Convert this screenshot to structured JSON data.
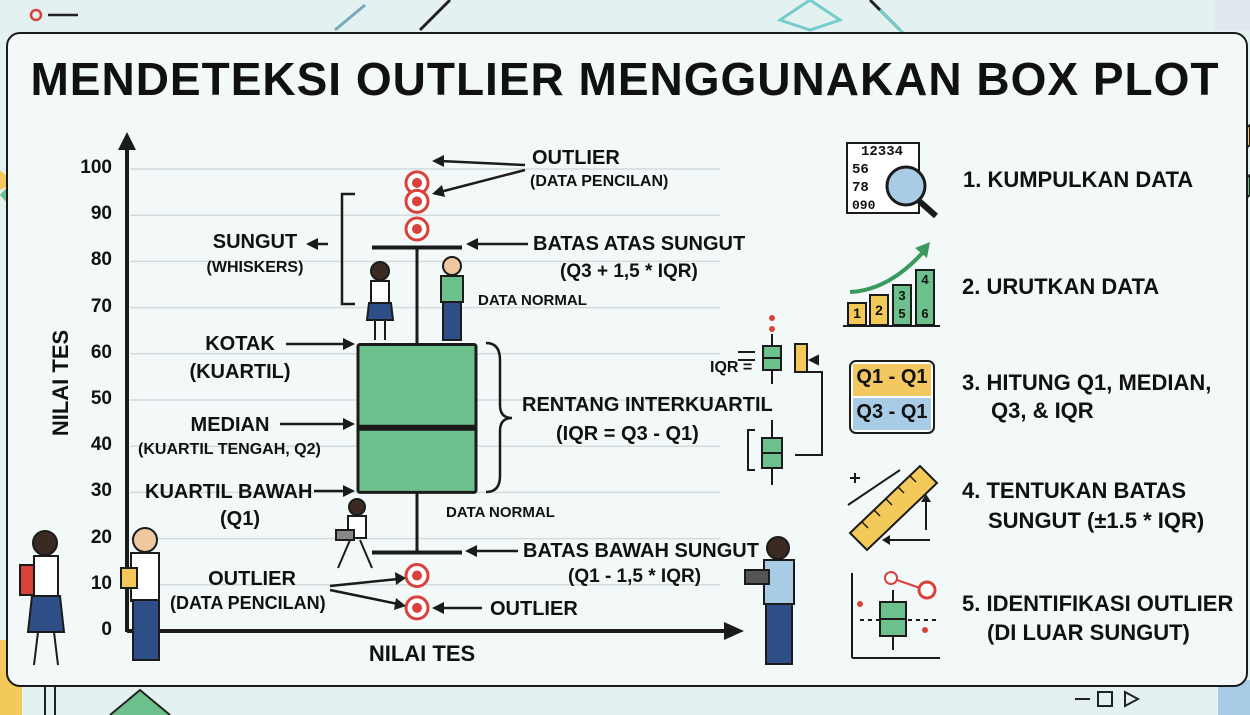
{
  "title": "MENDETEKSI OUTLIER MENGGUNAKAN BOX PLOT",
  "axis": {
    "ylabel": "NILAI TES",
    "xlabel": "NILAI TES",
    "yticks": [
      "100",
      "90",
      "80",
      "70",
      "60",
      "50",
      "40",
      "30",
      "20",
      "10",
      "0"
    ]
  },
  "chart_data": {
    "type": "boxplot",
    "ylim": [
      0,
      100
    ],
    "q1": 30,
    "median": 44,
    "q3": 62,
    "upper_whisker": 83,
    "lower_whisker": 17,
    "outliers_high": [
      97,
      93,
      87
    ],
    "outliers_low": [
      12,
      5
    ]
  },
  "labels": {
    "outlier_top": "OUTLIER",
    "outlier_top_sub": "(DATA PENCILAN)",
    "sungut": "SUNGUT",
    "sungut_sub": "(WHISKERS)",
    "batas_atas": "BATAS ATAS SUNGUT",
    "batas_atas_formula": "(Q3 + 1,5 * IQR)",
    "data_normal_top": "DATA NORMAL",
    "kotak": "KOTAK",
    "kotak_sub": "(KUARTIL)",
    "median": "MEDIAN",
    "median_sub": "(KUARTIL TENGAH, Q2)",
    "kuartil_bawah": "KUARTIL BAWAH",
    "kuartil_bawah_sub": "(Q1)",
    "rentang": "RENTANG INTERKUARTIL",
    "rentang_formula": "(IQR = Q3 - Q1)",
    "iqr_eq": "IQR =",
    "data_normal_bottom": "DATA NORMAL",
    "batas_bawah": "BATAS BAWAH SUNGUT",
    "batas_bawah_formula": "(Q1 - 1,5 * IQR)",
    "outlier_bottom": "OUTLIER",
    "outlier_bottom_sub": "(DATA PENCILAN)",
    "outlier_right": "OUTLIER"
  },
  "steps": [
    {
      "line1": "1. KUMPULKAN DATA",
      "line2": "",
      "icon": "data-magnifier-icon"
    },
    {
      "line1": "2. URUTKAN DATA",
      "line2": "",
      "icon": "sorted-bars-icon"
    },
    {
      "line1": "3. HITUNG Q1, MEDIAN,",
      "line2": "Q3, & IQR",
      "icon": "quartile-card-icon"
    },
    {
      "line1": "4. TENTUKAN BATAS",
      "line2": "SUNGUT (±1.5 * IQR)",
      "icon": "ruler-icon"
    },
    {
      "line1": "5. IDENTIFIKASI OUTLIER",
      "line2": "(DI LUAR SUNGUT)",
      "icon": "boxplot-outlier-icon"
    }
  ],
  "icon_texts": {
    "numbers_1": "12334",
    "numbers_2": "56",
    "numbers_3": "78",
    "numbers_4": "090",
    "bars": [
      "1",
      "2",
      "3",
      "5",
      "4",
      "6"
    ],
    "card_top": "Q1 - Q1",
    "card_bottom": "Q3 - Q1"
  },
  "colors": {
    "box": "#6cc08c",
    "outlier": "#d9423b",
    "background": "#e4f1f1",
    "panel": "#f3f9f8",
    "card_yellow": "#f4c860",
    "card_blue": "#a8cbe6"
  }
}
